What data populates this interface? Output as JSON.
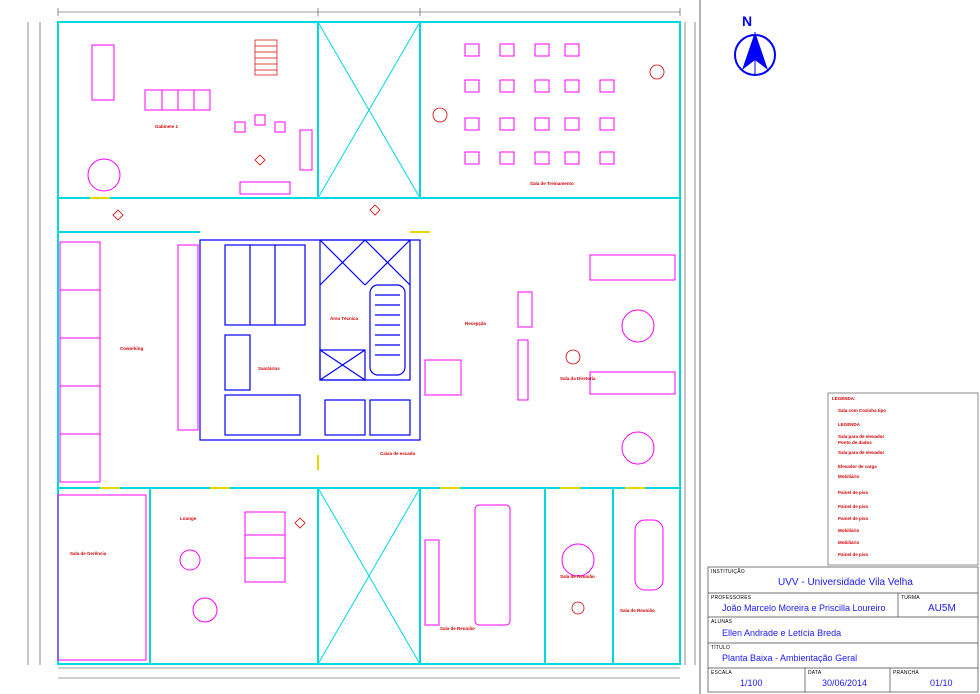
{
  "plan": {
    "north_label": "N",
    "rooms": {
      "cafe": "Gabinete 1",
      "stair": "Caixa de escada",
      "atrium_top": "",
      "cowork": "Coworking",
      "sanitarios": "Sanitários",
      "hall": "Área Técnica",
      "recepcao": "Recepção",
      "treinamento": "Sala de Treinamento",
      "lounge": "Lounge",
      "sala_reuniao_1": "Sala de Reunião",
      "sala_reuniao_2": "Sala de Reunião",
      "sala_reuniao_3": "Sala de Reunião",
      "diretoria": "Sala da Diretoria",
      "gerencia": "Sala de Gerência"
    }
  },
  "legend": {
    "title": "LEGENDA:",
    "items": [
      "Sala com Cozinha tipo",
      "LEGENDA",
      "Sala para de elevador",
      "Ponto de dados",
      "Sala para de elevador",
      "Elevador de carga",
      "Mobiliário",
      "Painel de piso",
      "Painel de piso",
      "Painel de piso",
      "Mobiliário",
      "Mobiliário",
      "Painel de piso"
    ]
  },
  "title_block": {
    "instituicao_label": "INSTITUIÇÃO",
    "instituicao": "UVV - Universidade Vila Velha",
    "professores_label": "PROFESSORES",
    "professores": "João Marcelo Moreira e Priscilla Loureiro",
    "turma_label": "TURMA",
    "turma": "AU5M",
    "alunas_label": "ALUNAS",
    "alunas": "Ellen Andrade e Letícia Breda",
    "titulo_label": "TÍTULO",
    "titulo": "Planta Baixa - Ambientação Geral",
    "escala_label": "ESCALA",
    "escala": "1/100",
    "data_label": "DATA",
    "data": "30/06/2014",
    "prancha_label": "PRANCHA",
    "prancha": "01/10"
  },
  "colors": {
    "wall": "#00d8e0",
    "furniture": "#ff00ff",
    "structure": "#0000ff",
    "annotation": "#d40000",
    "dim": "#404040"
  }
}
